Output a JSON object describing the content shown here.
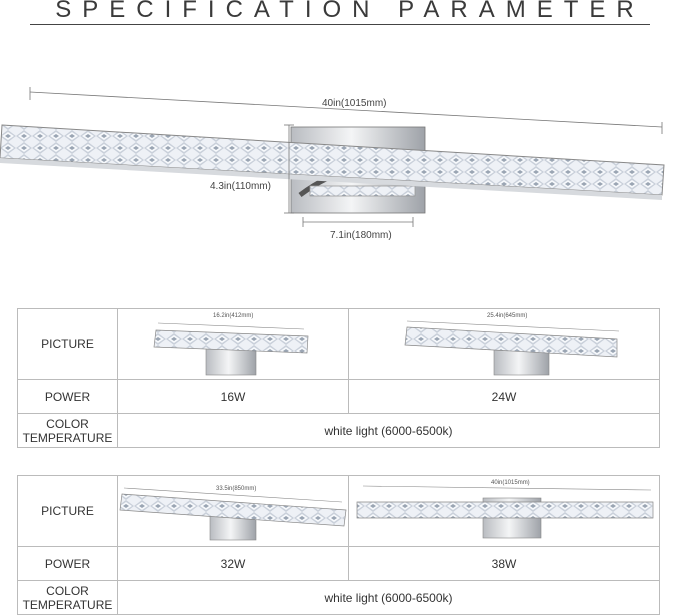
{
  "header": {
    "title": "SPECIFICATION PARAMETER"
  },
  "hero": {
    "length": "40in(1015mm)",
    "height": "4.3in(110mm)",
    "base": "7.1in(180mm)"
  },
  "table1": {
    "picture_label": "PICTURE",
    "power_label": "POWER",
    "color_label_1": "COLOR",
    "color_label_2": "TEMPERATURE",
    "dims": [
      "16.2in(412mm)",
      "25.4in(645mm)"
    ],
    "powers": [
      "16W",
      "24W"
    ],
    "color_value": "white light (6000-6500k)"
  },
  "table2": {
    "picture_label": "PICTURE",
    "power_label": "POWER",
    "color_label_1": "COLOR",
    "color_label_2": "TEMPERATURE",
    "dims": [
      "33.5in(850mm)",
      "40in(1015mm)"
    ],
    "powers": [
      "32W",
      "38W"
    ],
    "color_value": "white light (6000-6500k)"
  }
}
